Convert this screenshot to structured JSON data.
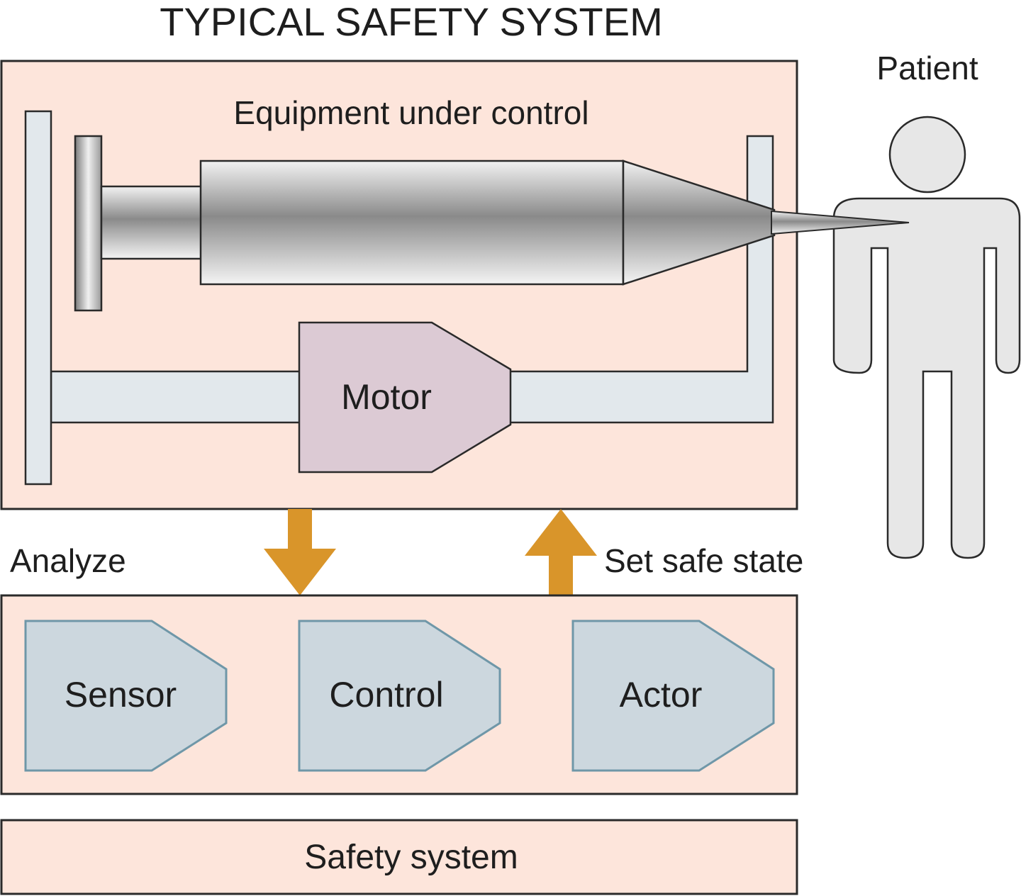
{
  "title": "TYPICAL SAFETY SYSTEM",
  "equipment": {
    "label": "Equipment under control",
    "motor_label": "Motor"
  },
  "patient": {
    "label": "Patient"
  },
  "flows": {
    "analyze_label": "Analyze",
    "set_safe_state_label": "Set safe state"
  },
  "safety_modules": [
    {
      "label": "Sensor"
    },
    {
      "label": "Control"
    },
    {
      "label": "Actor"
    }
  ],
  "safety_system": {
    "label": "Safety system"
  },
  "colors": {
    "panel_fill": "#fde5db",
    "panel_stroke": "#2a2a2a",
    "rail_fill": "#e2e8ec",
    "motor_fill": "#dccad4",
    "module_fill": "#ccd7de",
    "module_stroke": "#6f97a8",
    "arrow_fill": "#d9952a",
    "patient_fill": "#e7e7e7"
  }
}
